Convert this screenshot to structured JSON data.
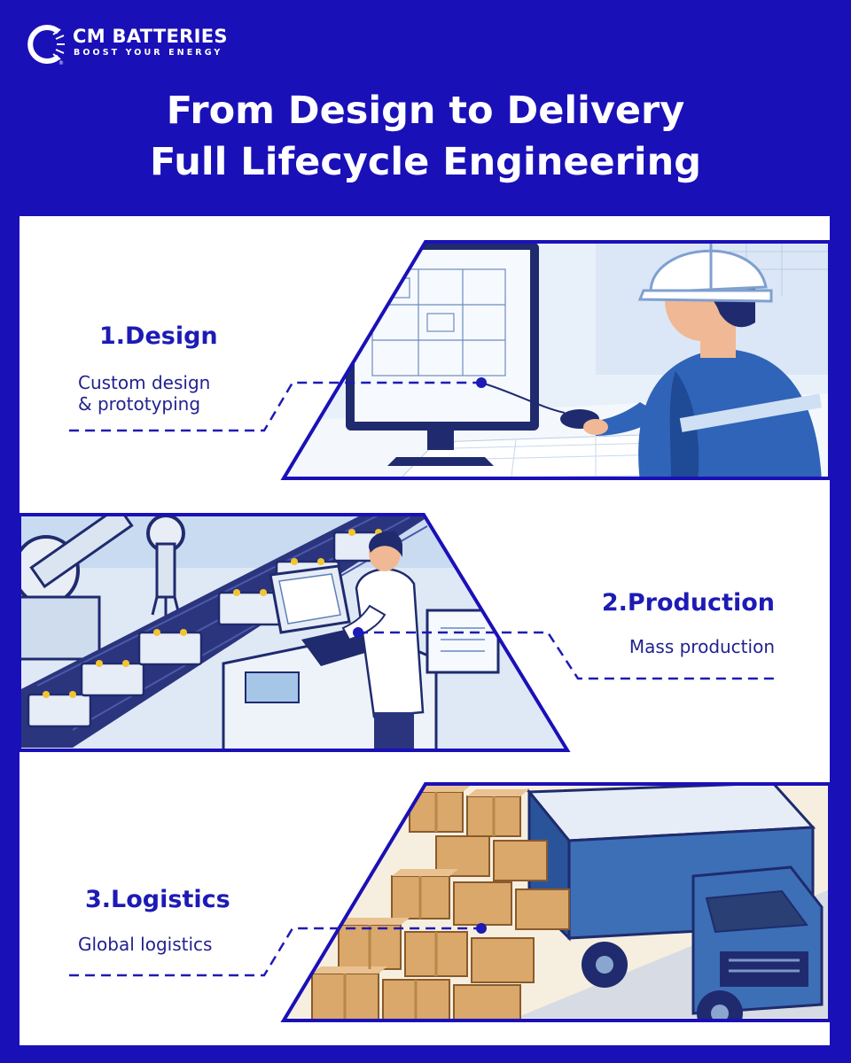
{
  "brand": {
    "name": "CM BATTERIES",
    "tagline": "BOOST YOUR ENERGY"
  },
  "title": {
    "line1": "From Design to Delivery",
    "line2": "Full Lifecycle Engineering"
  },
  "steps": [
    {
      "heading": "1.Design",
      "desc_line1": "Custom design",
      "desc_line2": "& prototyping",
      "scene": "engineer-at-cad-workstation"
    },
    {
      "heading": "2.Production",
      "desc_line1": "Mass production",
      "scene": "battery-assembly-line"
    },
    {
      "heading": "3.Logistics",
      "desc_line1": "Global logistics",
      "scene": "truck-loading-boxes"
    }
  ],
  "colors": {
    "brand_blue": "#1a10b8",
    "panel": "#ffffff",
    "accent_blue": "#2f64b8",
    "light_blue": "#cfe0f4",
    "box": "#d9a86a"
  }
}
